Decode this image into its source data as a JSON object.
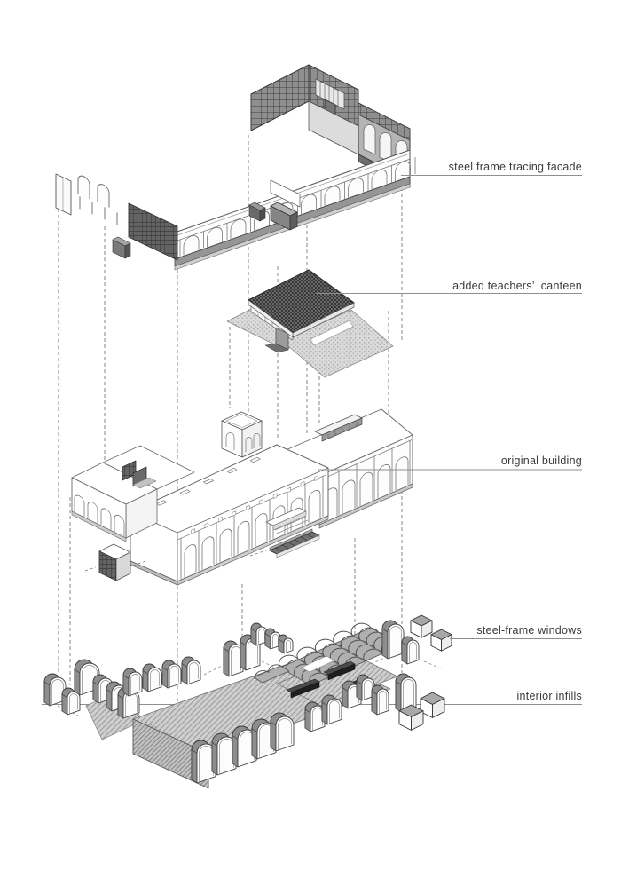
{
  "diagram": {
    "type": "exploded-axonometric-architecture-diagram",
    "background_color": "#ffffff",
    "line_color": "#555555",
    "label_text_color": "#3a3a3a",
    "leader_line_color": "#8f8f8f",
    "projection_line_style": "dashed",
    "dark_fill_color": "#4a4a4a",
    "grid_wall_color": "#8f8f8f",
    "plate_hatch_color": "#cfcfcf",
    "layers": [
      {
        "id": "facade",
        "label": "steel frame tracing facade"
      },
      {
        "id": "canteen",
        "label": "added teachers’  canteen"
      },
      {
        "id": "building",
        "label": "original building"
      },
      {
        "id": "windows",
        "label": "steel-frame windows"
      },
      {
        "id": "infills",
        "label": "interior infills"
      }
    ]
  }
}
